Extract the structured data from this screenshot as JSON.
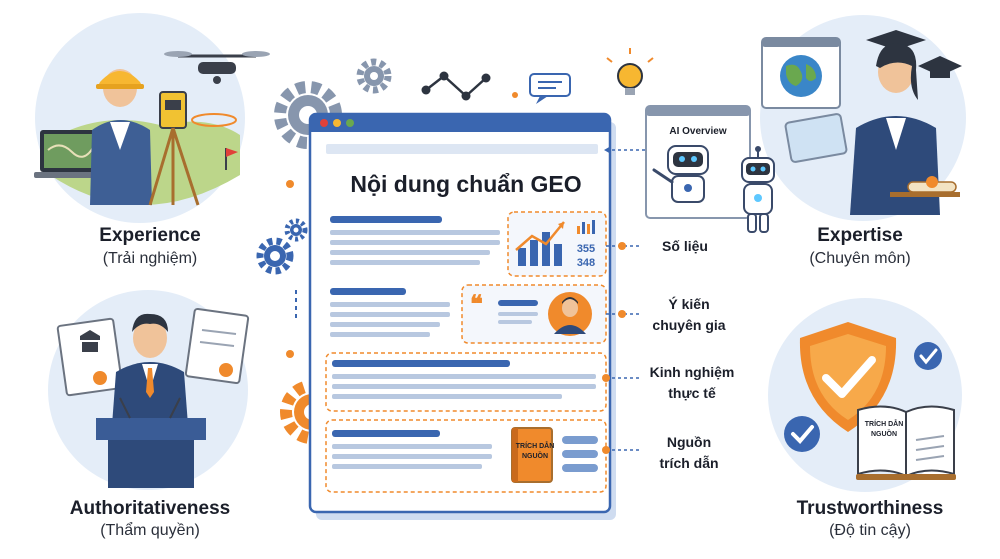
{
  "document": {
    "title": "Nội dung chuẩn GEO",
    "stat_values": [
      "355",
      "348"
    ],
    "book_label": [
      "TRÍCH DẪN",
      "NGUỒN"
    ]
  },
  "ai_panel": {
    "title": "AI Overview"
  },
  "pillars": {
    "experience": {
      "title": "Experience",
      "subtitle": "(Trải nghiệm)"
    },
    "expertise": {
      "title": "Expertise",
      "subtitle": "(Chuyên môn)"
    },
    "authoritativeness": {
      "title": "Authoritativeness",
      "subtitle": "(Thẩm quyền)"
    },
    "trustworthiness": {
      "title": "Trustworthiness",
      "subtitle": "(Độ tin cậy)"
    }
  },
  "callouts": {
    "stats": [
      "Số liệu"
    ],
    "expert": [
      "Ý kiến",
      "chuyên gia"
    ],
    "experience": [
      "Kinh nghiệm",
      "thực tế"
    ],
    "sources": [
      "Nguồn",
      "trích dẫn"
    ]
  },
  "trust_book_label": [
    "TRÍCH DẪN",
    "NGUỒN"
  ],
  "colors": {
    "accent_blue": "#3a66b0",
    "accent_orange": "#f08a2c",
    "circle_bg": "#e4edf8",
    "text_dark": "#1b1f2a"
  }
}
